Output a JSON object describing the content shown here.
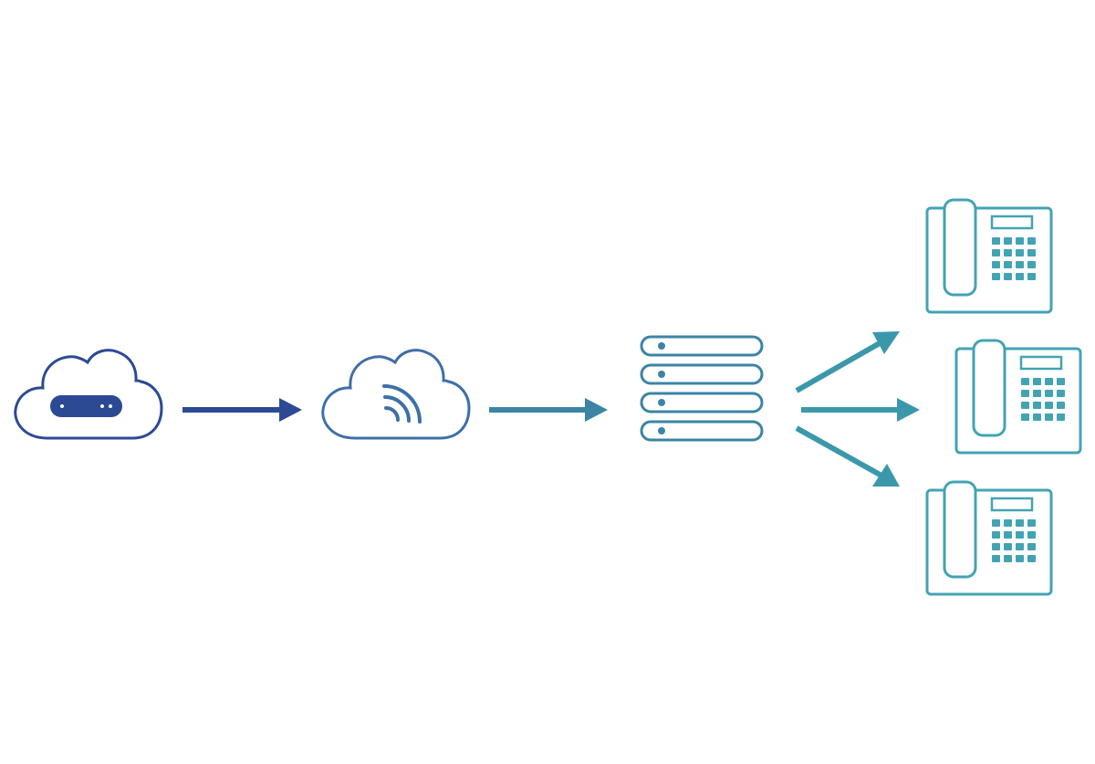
{
  "diagram": {
    "nodes": [
      {
        "id": "device-cloud",
        "icon": "cloud-device-icon"
      },
      {
        "id": "signal-cloud",
        "icon": "cloud-wireless-icon"
      },
      {
        "id": "server-stack",
        "icon": "server-stack-icon",
        "units": 4
      },
      {
        "id": "desk-phone-top",
        "icon": "desk-phone-icon"
      },
      {
        "id": "desk-phone-middle",
        "icon": "desk-phone-icon"
      },
      {
        "id": "desk-phone-bottom",
        "icon": "desk-phone-icon"
      }
    ],
    "edges": [
      {
        "from": "device-cloud",
        "to": "signal-cloud"
      },
      {
        "from": "signal-cloud",
        "to": "server-stack"
      },
      {
        "from": "server-stack",
        "to": "desk-phone-top"
      },
      {
        "from": "server-stack",
        "to": "desk-phone-middle"
      },
      {
        "from": "server-stack",
        "to": "desk-phone-bottom"
      }
    ],
    "colors": {
      "navy": "#2c4a94",
      "blue": "#3e6fa8",
      "steel": "#3b84a6",
      "teal": "#3b98ab",
      "teal_light": "#43a3b3"
    }
  }
}
